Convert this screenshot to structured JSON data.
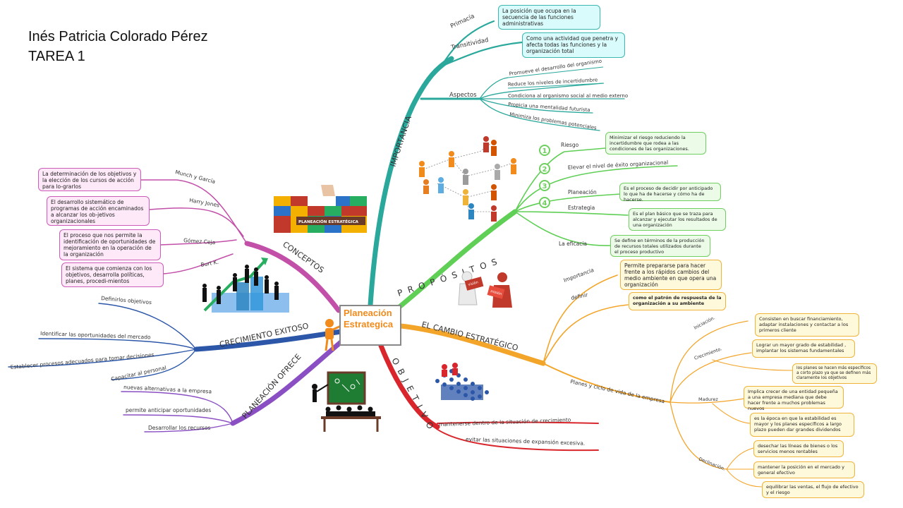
{
  "author": {
    "name": "Inés Patricia Colorado Pérez",
    "task": "TAREA 1"
  },
  "center": {
    "line1": "Planeación",
    "line2": "Estrategica"
  },
  "branches": {
    "importancia": {
      "title": "IMPORTANCIA",
      "primacia": {
        "label": "Primacía",
        "text": "La posición que ocupa en la secuencia de las funciones administrativas"
      },
      "transitividad": {
        "label": "Transitividad",
        "text": "Como una actividad que penetra y afecta todas las funciones y la organización total"
      },
      "aspectos": {
        "label": "Aspectos",
        "items": [
          "Promueve el desarrollo del organismo",
          "Reduce los niveles de incertidumbre",
          "Condiciona al organismo social al medio externo",
          "Propicia una mentalidad futurista",
          "Minimiza los problemas potenciales"
        ]
      }
    },
    "propositos": {
      "title": "P R O P Ó S I T O S",
      "numbers": [
        "1",
        "2",
        "3",
        "4"
      ],
      "riesgo": {
        "label": "Riesgo",
        "text": "Minimizar el riesgo reduciendo la incertidumbre que rodea a las condiciones de las organizaciones."
      },
      "elevar": {
        "label": "Elevar el nivel de éxito organizacional"
      },
      "planeacion": {
        "label": "Planeación",
        "text": "Es el proceso de decidir por anticipado lo que ha de hacerse y cómo ha de hacerse."
      },
      "estrategia": {
        "label": "Estrategia",
        "text": "Es el plan básico que se traza para alcanzar y ejecutar los resultados de una organización"
      },
      "eficacia": {
        "label": "La eficacia",
        "text": "Se define en términos de la producción de recursos totales utilizados durante el proceso productivo"
      }
    },
    "cambio": {
      "title": "EL CAMBIO ESTRATÉGICO",
      "importancia": {
        "label": "Importancia",
        "text": "Permite prepararse para hacer frente a los rápidos cambios del medio ambiente en que opera una organización"
      },
      "definir": {
        "label": "definir",
        "text": "como el patrón de respuesta de la organización a su ambiente"
      },
      "planes": {
        "label": "Planes y ciclo de vida de la empresa"
      },
      "iniciacion": {
        "label": "Iniciación.",
        "text": "Consisten en buscar financiamiento, adaptar instalaciones y contactar a los primeros cliente"
      },
      "crecimiento": {
        "label": "Crecimiento.",
        "text1": "Lograr un mayor grado de estabilidad , implantar los sistemas fundamentales",
        "text2": "los planes se hacen más específicos a corto plazo ya que se definen más claramente los objetivos"
      },
      "madurez": {
        "label": "Madurez",
        "text1": "Implica crecer de una entidad pequeña a una empresa mediana que debe hacer frente a muchos problemas nuevos",
        "text2": "es la época en que la estabilidad es mayor y los planes específicos a largo plazo pueden dar grandes dividendos"
      },
      "declinacion": {
        "label": "Declinación.",
        "text1": "desechar las líneas de bienes o los servicios menos rentables",
        "text2": "mantener la posición en el mercado y general efectivo",
        "text3": "equilibrar las ventas, el flujo de efectivo y el riesgo"
      }
    },
    "objetivo": {
      "title": "O B J E T I V O",
      "items": [
        "mantenerse dentro de la situación de crecimiento",
        "evitar las situaciones de expansión excesiva."
      ]
    },
    "conceptos": {
      "title": "CONCEPTOS",
      "items": [
        {
          "author": "Munch y García",
          "text": "La determinación de los objetivos y la elección de los cursos de acción para lo-grarlos"
        },
        {
          "author": "Harry Jones",
          "text": "El desarrollo sistemático de programas de acción encaminados a alcanzar los ob-jetivos organizacionales"
        },
        {
          "author": "Gómez Ceja",
          "text": "El proceso que nos permite la identificación de oportunidades de mejoramiento en la operación de la organización"
        },
        {
          "author": "Burt K.",
          "text": "El sistema que comienza con los objetivos, desarrolla políticas, planes, procedi-mientos"
        }
      ]
    },
    "crecimiento": {
      "title": "CRECIMIENTO EXITOSO",
      "items": [
        "Definirlos objetivos",
        "Identificar las oportunidades del mercado",
        "Establecer procesos adecuados para tomar decisiones",
        "Capacitar al personal"
      ]
    },
    "ofrece": {
      "title": "PLANEACIÓN OFRECE",
      "items": [
        "nuevas alternativas a la empresa",
        "permite anticipar oportunidades",
        "Desarrollar los recursos"
      ]
    }
  },
  "images": {
    "lego_label": "PLANEACIÓN ESTRATÉGICA",
    "puzzle_left": "visión",
    "puzzle_right": "misión"
  },
  "colors": {
    "importancia": "#2aa89c",
    "propositos": "#5fcf55",
    "cambio": "#f3a52a",
    "objetivo": "#d9262c",
    "conceptos": "#c24fa8",
    "crecimiento": "#2c57a8",
    "ofrece": "#8a4fc2"
  }
}
